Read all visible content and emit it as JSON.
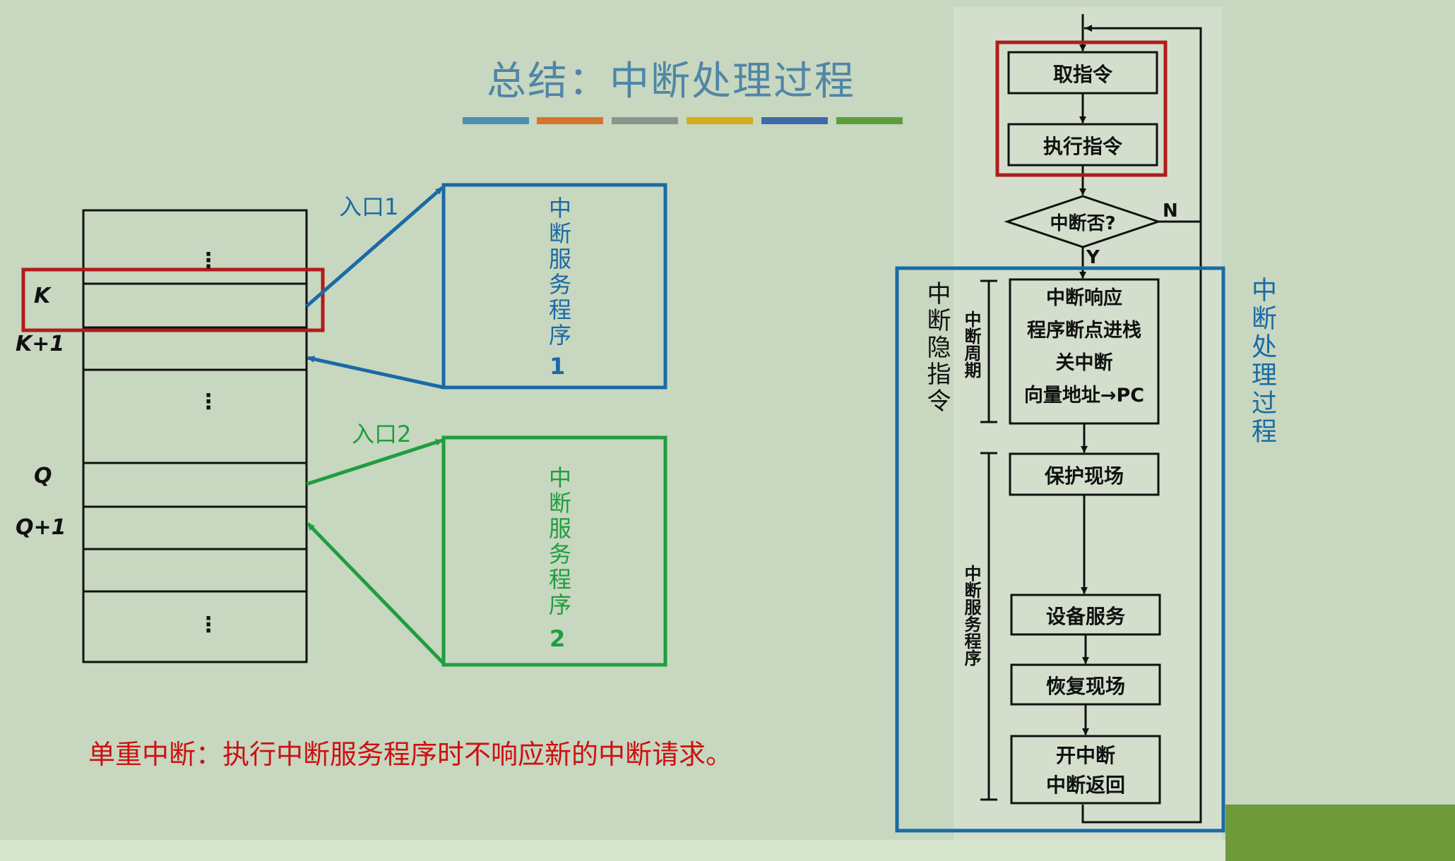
{
  "title": "总结：中断处理过程",
  "colors": {
    "title": "#4f86a8",
    "blue": "#1a6aa6",
    "green": "#1e9e3f",
    "red": "#b01c1c",
    "note": "#cc1111",
    "corner": "#6f9a3a",
    "bars": [
      "#4f8db3",
      "#d2752f",
      "#8b948a",
      "#d4ac1c",
      "#3e6aa8",
      "#5c9c3d"
    ]
  },
  "memory": {
    "labels": {
      "k": "K",
      "k1": "K+1",
      "q": "Q",
      "q1": "Q+1"
    },
    "dots": "⋮"
  },
  "entries": {
    "entry1": "入口1",
    "entry2": "入口2"
  },
  "isr1": {
    "text": "中断服务程序",
    "number": "1"
  },
  "isr2": {
    "text": "中断服务程序",
    "number": "2"
  },
  "note": "单重中断：执行中断服务程序时不响应新的中断请求。",
  "flowchart": {
    "fetch": "取指令",
    "execute": "执行指令",
    "decision": "中断否?",
    "yes": "Y",
    "no": "N",
    "cycle_box": [
      "中断响应",
      "程序断点进栈",
      "关中断",
      "向量地址→PC"
    ],
    "save": "保护现场",
    "service": "设备服务",
    "restore": "恢复现场",
    "final_box": [
      "开中断",
      "中断返回"
    ],
    "hidden_instruction": "中断隐指令",
    "interrupt_cycle": "中断周期",
    "interrupt_service": "中断服务程序",
    "process_label": "中断处理过程"
  }
}
